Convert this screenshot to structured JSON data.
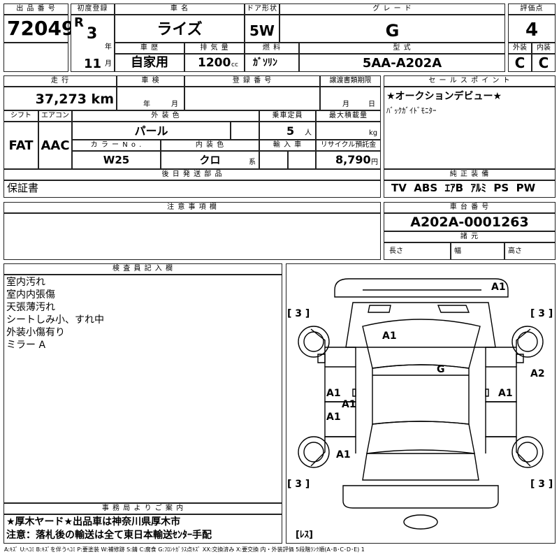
{
  "labels": {
    "lot_number": "出 品 番 号",
    "first_reg": "初度登録",
    "car_name": "車 名",
    "door": "ドア形状",
    "grade": "グ レ ー ド",
    "score": "評価点",
    "era_year": "年",
    "era_month": "月",
    "history": "車 歴",
    "displacement": "排 気 量",
    "fuel": "燃 料",
    "model_type": "型 式",
    "ext_score": "外装",
    "int_score": "内装",
    "mileage": "走 行",
    "inspection": "車 検",
    "reg_number": "登 録 番 号",
    "transfer": "譲渡書類期限",
    "insp_year": "年",
    "insp_month": "月",
    "transfer_month": "月",
    "transfer_day": "日",
    "shift": "シフト",
    "ac": "エアコン",
    "ext_color": "外 装 色",
    "capacity": "乗車定員",
    "max_load": "最大積載量",
    "color_no": "カ ラ ー N o .",
    "int_color": "内 装 色",
    "import": "輸 入 車",
    "recycle": "リサイクル預託金",
    "capacity_unit": "人",
    "load_unit": "kg",
    "yen": "円",
    "int_color_suffix": "系",
    "sales_point": "セ ー ル ス ポ イ ン ト",
    "later_parts": "後 日 発 送 部 品",
    "genuine_equip": "純 正 装 備",
    "notes": "注 意 事 項 欄",
    "chassis": "車 台 番 号",
    "dimensions": "諸 元",
    "length": "長さ",
    "width": "幅",
    "height": "高さ",
    "inspector": "検 査 員 記 入 欄",
    "office": "事 務 局 よ り ご 案 内",
    "cc": "cc"
  },
  "vehicle": {
    "lot_number": "72049",
    "era": "R",
    "reg_year": "3",
    "reg_month": "11",
    "car_name": "ライズ",
    "door": "5W",
    "grade": "G",
    "score": "4",
    "history": "自家用",
    "displacement": "1200",
    "fuel": "ｶﾞｿﾘﾝ",
    "model_type": "5AA-A202A",
    "ext_score": "C",
    "int_score": "C",
    "mileage": "37,273 km",
    "shift": "FAT",
    "ac": "AAC",
    "ext_color": "パール",
    "capacity": "5",
    "color_no": "W25",
    "int_color": "クロ",
    "recycle": "8,790",
    "chassis_number": "A202A-0001263"
  },
  "sales_points": [
    "★オークションデビュー★",
    "ﾊﾞｯｸｶﾞｲﾄﾞﾓﾆﾀｰ"
  ],
  "later_parts": "保証書",
  "genuine_equipment": "TV  ABS  ｴｱB  ｱﾙﾐ  PS  PW",
  "inspector_notes": [
    "室内汚れ",
    "室内内張傷",
    "天張薄汚れ",
    "シートしみ小、すれ中",
    "外装小傷有り",
    "ミラー A"
  ],
  "office_notice": [
    "★厚木ヤード★出品車は神奈川県厚木市",
    "注意：落札後の輸送は全て東日本輸送ｾﾝﾀｰ手配"
  ],
  "diagram": {
    "tire_tl": "[ 3 ]",
    "tire_tr": "[ 3 ]",
    "tire_bl": "[ 3 ]",
    "tire_br": "[ 3 ]",
    "spare": "[ﾚｽ]",
    "marks": [
      "A1",
      "A1",
      "G",
      "A2",
      "A1",
      "A1",
      "A1",
      "A1",
      "A1"
    ]
  },
  "legend": "A:ｷｽﾞ U:ﾍｺﾐ B:ｷｽﾞを伴うﾍｺﾐ P:要塗装 W:補修跡 S:錆 C:腐食 G:ﾌﾛﾝﾄｶﾞﾗｽ点ｷｽﾞ XX:交換済み X:要交換  内・外装評価 5段階ﾗﾝｸ順(A･B･C･D･E) 1"
}
